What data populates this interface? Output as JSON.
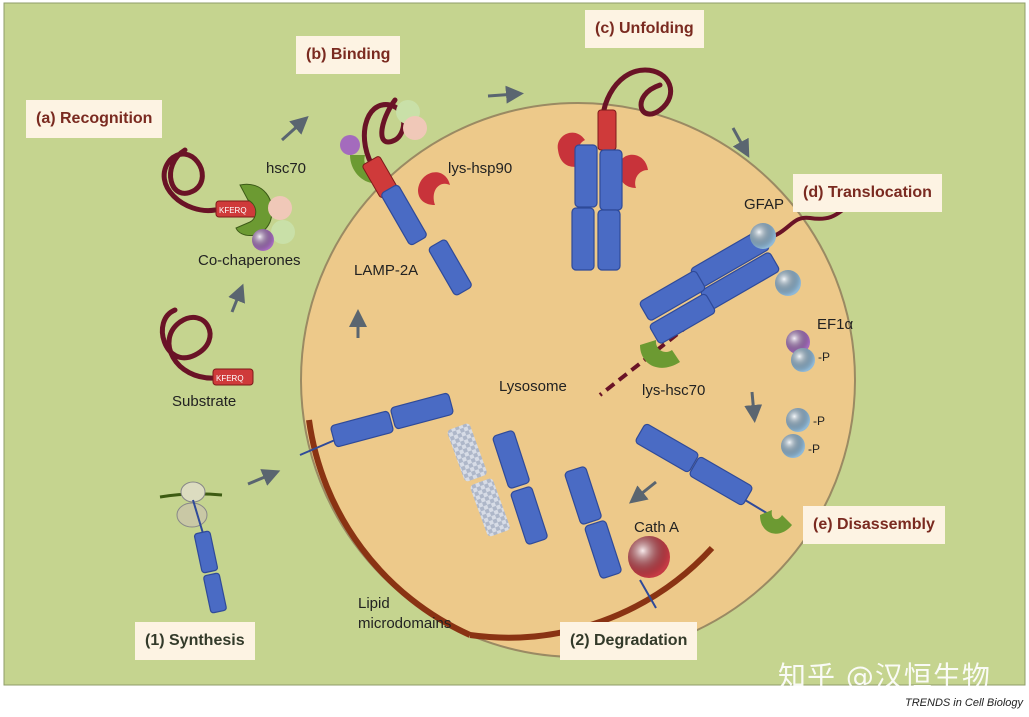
{
  "colors": {
    "background": "#c5d48f",
    "lysosome": "#edc98a",
    "lysosome_border": "#9a8a63",
    "receptor": "#4a6bc4",
    "receptor_dark": "#2f4a99",
    "substrate": "#6a1326",
    "kferq": "#cf3a3a",
    "hsc70": "#6c9a32",
    "lys_hsp90": "#c8333a",
    "cochaperone_purple": "#a46bbd",
    "cochaperone_green": "#c9e0a8",
    "cochaperone_peach": "#f0c8b8",
    "gfap": "#8fb8d6",
    "lipid_domain": "#8a3313",
    "cath_a": "#c43a44",
    "label_box": "#fdf3e3",
    "label_text": "#7a2a20"
  },
  "stages": {
    "recognition": "(a) Recognition",
    "binding": "(b) Binding",
    "unfolding": "(c) Unfolding",
    "translocation": "(d) Translocation",
    "disassembly": "(e) Disassembly",
    "synthesis": "(1) Synthesis",
    "degradation": "(2) Degradation"
  },
  "labels": {
    "hsc70": "hsc70",
    "co_chaperones": "Co-chaperones",
    "substrate": "Substrate",
    "lys_hsp90": "lys-hsp90",
    "lamp2a": "LAMP-2A",
    "gfap": "GFAP",
    "ef1a": "EF1α",
    "phospho": "-P",
    "lysosome": "Lysosome",
    "lys_hsc70": "lys-hsc70",
    "cath_a": "Cath A",
    "lipid_microdomains_1": "Lipid",
    "lipid_microdomains_2": "microdomains",
    "kferq": "KFERQ"
  },
  "credit": "TRENDS in Cell Biology",
  "watermark": "知乎 @汉恒生物"
}
